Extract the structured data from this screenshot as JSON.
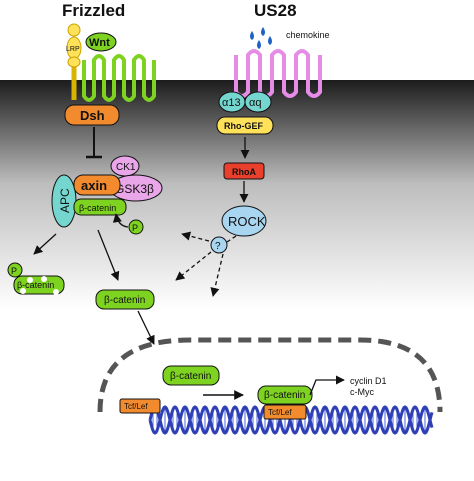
{
  "titles": {
    "left": "Frizzled",
    "right": "US28"
  },
  "labels": {
    "chemokine": "chemokine",
    "lrp": "LRP",
    "wnt": "Wnt",
    "dsh": "Dsh",
    "alpha13": "α13",
    "alphaq": "αq",
    "rhogef": "Rho-GEF",
    "rhoa": "RhoA",
    "rock": "ROCK",
    "unknown": "?",
    "ck1": "CK1",
    "gsk3b": "GSK3β",
    "axin": "axin",
    "apc": "APC",
    "bcat_complex": "β-catenin",
    "p_small": "P",
    "p_degraded": "P",
    "bcat_degraded": "β-catenin",
    "bcat_free": "β-catenin",
    "bcat_nuc1": "β-catenin",
    "bcat_nuc2": "β-catenin",
    "tcf1": "Tcf/Lef",
    "tcf2": "Tcf/Lef",
    "targets": [
      "cyclin D1",
      "c-Myc"
    ]
  },
  "colors": {
    "orange": "#f28a2e",
    "green": "#7ed321",
    "lightgreen": "#9fe06a",
    "pink": "#e9a6e8",
    "receptor_pink": "#e58de6",
    "teal": "#74d6cf",
    "yellow": "#ffe25a",
    "red": "#e8402c",
    "blue_dna": "#2f3fb5",
    "lightblue": "#a8d5ef"
  }
}
